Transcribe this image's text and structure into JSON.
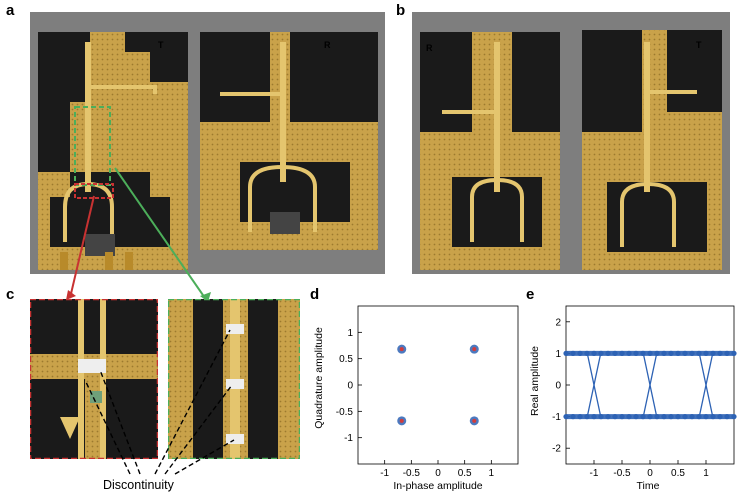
{
  "panels": {
    "a": {
      "letter": "a",
      "boards": [
        {
          "label": "T"
        },
        {
          "label": "R"
        }
      ]
    },
    "b": {
      "letter": "b",
      "boards": [
        {
          "label": "R"
        },
        {
          "label": "T"
        }
      ]
    },
    "c": {
      "letter": "c",
      "annotation": "Discontinuity"
    },
    "d": {
      "letter": "d"
    },
    "e": {
      "letter": "e"
    }
  },
  "colors": {
    "background_gray": "#7e7e7e",
    "gold": "#c9a24a",
    "black_mask": "#1a1a1a",
    "red_box": "#c83232",
    "green_box": "#4cae5a",
    "plot_blue": "#2d62b4",
    "constellation_red": "#d23c3c"
  },
  "chart_data": [
    {
      "type": "scatter",
      "panel": "d",
      "title": "",
      "xlabel": "In-phase amplitude",
      "ylabel": "Quadrature amplitude",
      "xlim": [
        -1.5,
        1.5
      ],
      "ylim": [
        -1.5,
        1.5
      ],
      "xticks": [
        "-1",
        "-0.5",
        "0",
        "0.5",
        "1"
      ],
      "yticks": [
        "1",
        "0.5",
        "0",
        "-0.5",
        "-1"
      ],
      "points": [
        {
          "x": -0.68,
          "y": 0.68
        },
        {
          "x": 0.68,
          "y": 0.68
        },
        {
          "x": -0.68,
          "y": -0.68
        },
        {
          "x": 0.68,
          "y": -0.68
        }
      ],
      "grid": false
    },
    {
      "type": "line",
      "panel": "e",
      "title": "",
      "xlabel": "Time",
      "ylabel": "Real amplitude",
      "xlim": [
        -1.5,
        1.5
      ],
      "ylim": [
        -2.5,
        2.5
      ],
      "xticks": [
        "-1",
        "-0.5",
        "0",
        "0.5",
        "1"
      ],
      "yticks": [
        "2",
        "1",
        "0",
        "-1",
        "-2"
      ],
      "levels": [
        1,
        -1
      ],
      "crossings": [
        -1,
        0,
        1
      ],
      "grid": false
    }
  ]
}
